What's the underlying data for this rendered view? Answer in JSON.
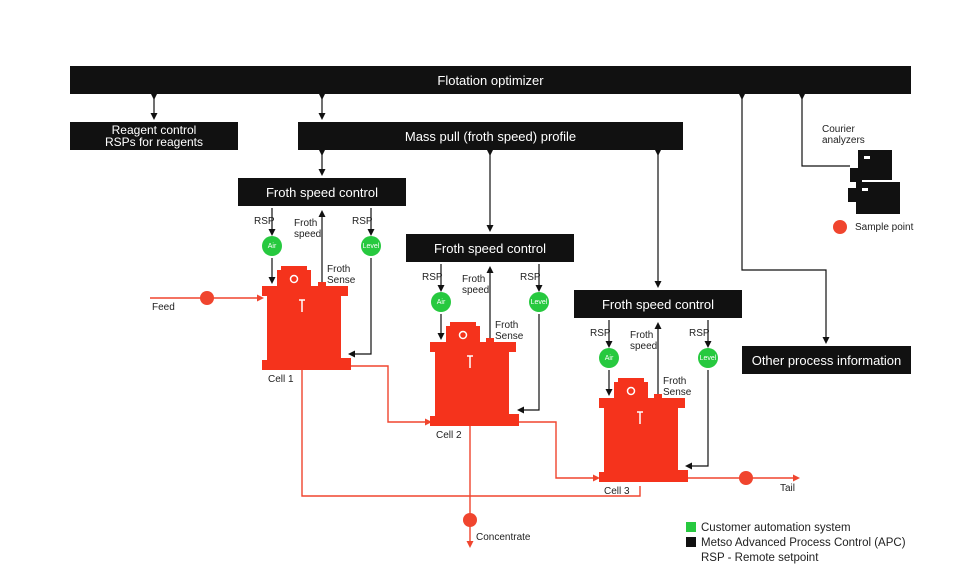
{
  "optimizer": "Flotation optimizer",
  "reagent": {
    "line1": "Reagent control",
    "line2": "RSPs for reagents"
  },
  "mass_pull": "Mass pull (froth speed) profile",
  "froth_control": "Froth speed control",
  "other_info": "Other process information",
  "courier": {
    "line1": "Courier",
    "line2": "analyzers"
  },
  "sample_point": "Sample point",
  "rsp": "RSP",
  "air": "Air",
  "level": "Level",
  "froth_speed": {
    "line1": "Froth",
    "line2": "speed"
  },
  "froth_sense": {
    "line1": "Froth",
    "line2": "Sense"
  },
  "cells": [
    "Cell 1",
    "Cell 2",
    "Cell 3"
  ],
  "feed": "Feed",
  "tail": "Tail",
  "concentrate": "Concentrate",
  "legend": {
    "customer": "Customer automation system",
    "apc": "Metso Advanced Process Control (APC)",
    "rsp": "RSP - Remote setpoint"
  },
  "colors": {
    "cell": "#f5331c",
    "green": "#27c93f",
    "block": "#111111",
    "flow": "#f0452e"
  }
}
